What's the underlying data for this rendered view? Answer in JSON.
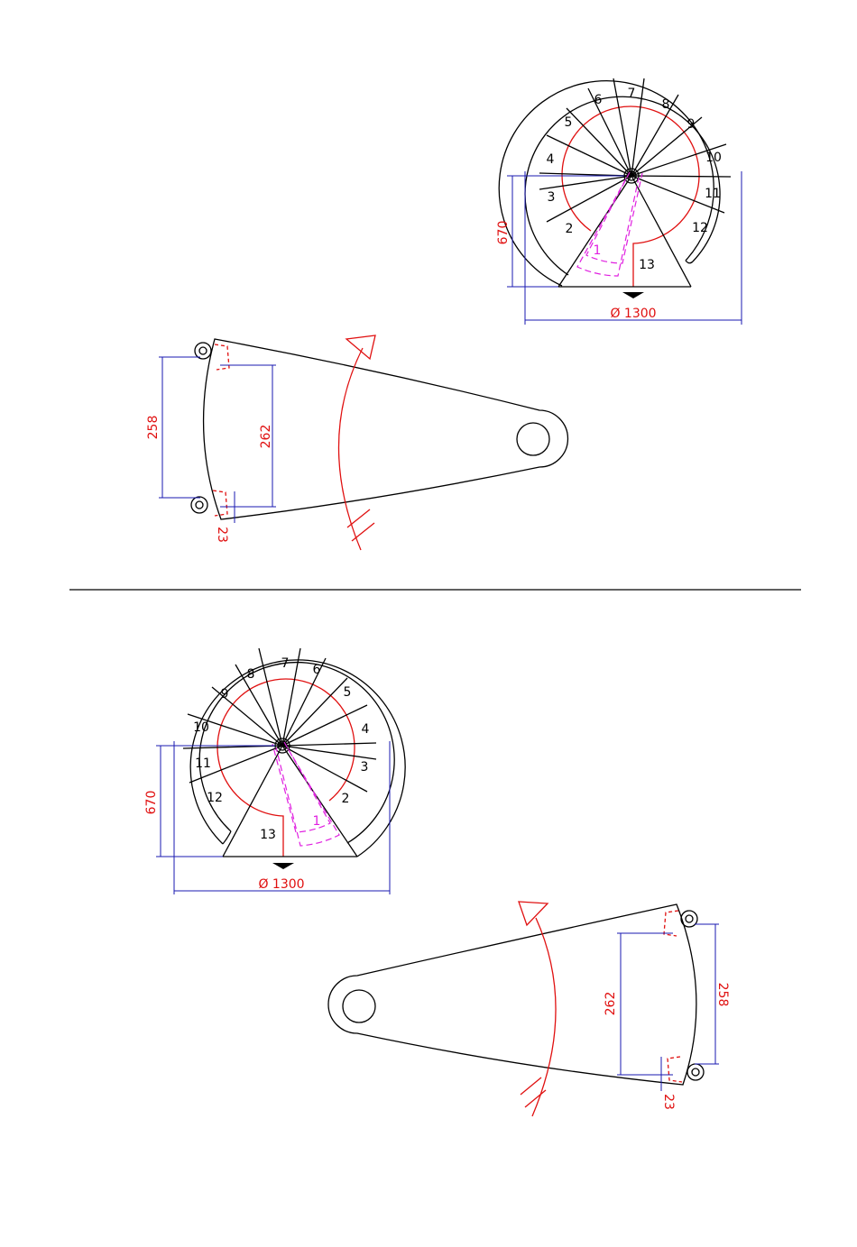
{
  "colors": {
    "outline": "#000000",
    "dimension_text": "#e01010",
    "dimension_line": "#1a1ab0",
    "walk_line": "#e01010",
    "first_step": "#e020e0"
  },
  "top": {
    "plan": {
      "step_numbers": [
        "2",
        "3",
        "4",
        "5",
        "6",
        "7",
        "8",
        "9",
        "10",
        "11",
        "12",
        "13"
      ],
      "first_step_label": "1",
      "height_dimension": "670",
      "diameter_dimension": "Ø  1300"
    },
    "tread": {
      "dim_left": "258",
      "dim_inner": "262",
      "dim_small": "23"
    }
  },
  "bottom": {
    "plan": {
      "step_numbers": [
        "2",
        "3",
        "4",
        "5",
        "6",
        "7",
        "8",
        "9",
        "10",
        "11",
        "12",
        "13"
      ],
      "first_step_label": "1",
      "height_dimension": "670",
      "diameter_dimension": "Ø  1300"
    },
    "tread": {
      "dim_left": "258",
      "dim_inner": "262",
      "dim_small": "23"
    }
  }
}
